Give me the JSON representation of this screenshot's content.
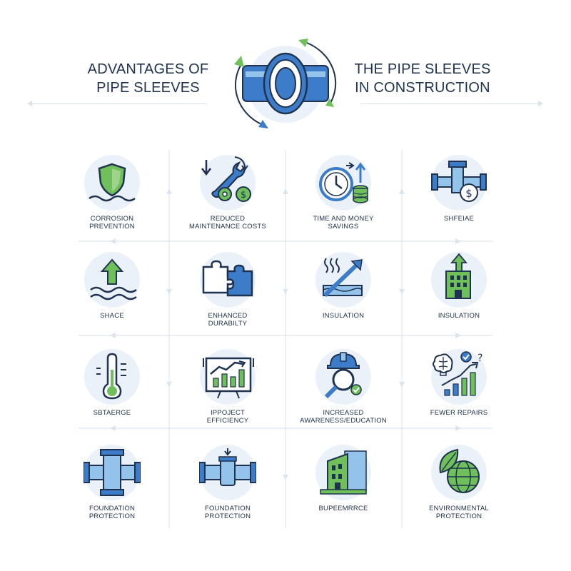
{
  "header": {
    "title_left": [
      "ADVANTAGES OF",
      "PIPE SLEEVES"
    ],
    "title_right": [
      "THE PIPE SLEEVES",
      "IN CONSTRUCTION"
    ],
    "logo_icon": "pipe-sleeve-cycle-icon"
  },
  "colors": {
    "blue": "#3d7cc9",
    "light_blue": "#93c3ea",
    "green": "#6fbf5a",
    "navy": "#1f3350",
    "circle_bg": "#ebf1f9"
  },
  "grid": {
    "rows": [
      [
        {
          "icon": "shield-water-icon",
          "lines": [
            "CORROSION",
            "PREVENTION"
          ]
        },
        {
          "icon": "wrench-gear-dollar-icon",
          "lines": [
            "REDUCED",
            "MAINTENANCE COSTS"
          ]
        },
        {
          "icon": "clock-coins-icon",
          "lines": [
            "TIME AND MONEY",
            "SAVINGS"
          ]
        },
        {
          "icon": "pipe-dollar-icon",
          "lines": [
            "SHFEIAE"
          ]
        }
      ],
      [
        {
          "icon": "arrow-up-waves-icon",
          "lines": [
            "SHACE"
          ]
        },
        {
          "icon": "puzzle-icon",
          "lines": [
            "ENHANCED",
            "DURABILTY"
          ]
        },
        {
          "icon": "heat-arrow-insulation-icon",
          "lines": [
            "INSULATION"
          ]
        },
        {
          "icon": "building-arrow-icon",
          "lines": [
            "INSULATION"
          ]
        }
      ],
      [
        {
          "icon": "thermometer-icon",
          "lines": [
            "SBTAERGE"
          ]
        },
        {
          "icon": "chart-board-icon",
          "lines": [
            "IPPOJECT",
            "EFFICIENCY"
          ]
        },
        {
          "icon": "helmet-magnifier-icon",
          "lines": [
            "INCREASED",
            "AWARENESS/EDUCATION"
          ]
        },
        {
          "icon": "brain-chart-icon",
          "lines": [
            "FEWER REPAIRS"
          ]
        }
      ],
      [
        {
          "icon": "pipe-junction-icon",
          "lines": [
            "FOUNDATION",
            "PROTECTION"
          ]
        },
        {
          "icon": "pipe-valve-icon",
          "lines": [
            "FOUNDATION",
            "PROTECTION"
          ]
        },
        {
          "icon": "building-icon",
          "lines": [
            "BUPEEMRRCE"
          ]
        },
        {
          "icon": "leaf-globe-icon",
          "lines": [
            "ENVIRONMENTAL",
            "PROTECTION"
          ]
        }
      ]
    ]
  }
}
